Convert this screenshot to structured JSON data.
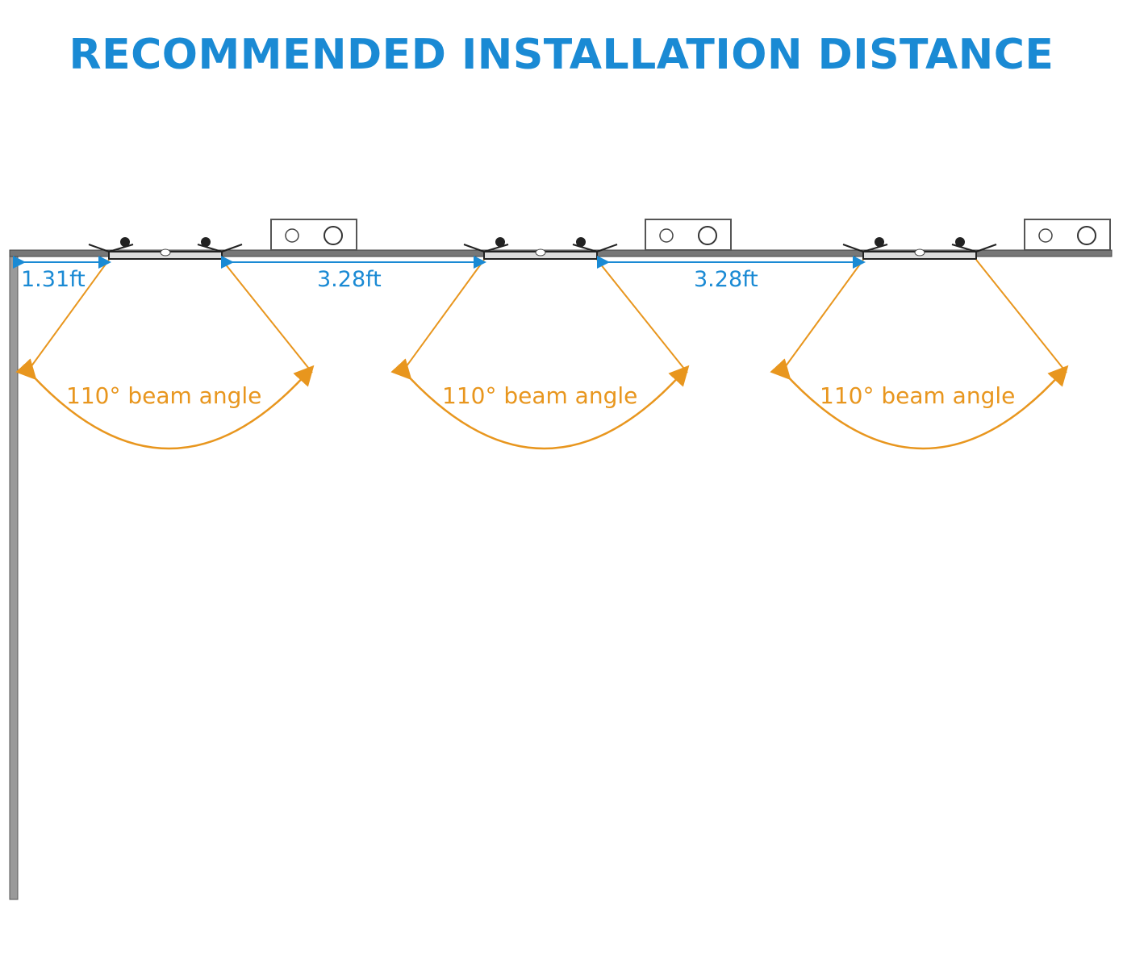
{
  "title": "RECOMMENDED INSTALLATION DISTANCE",
  "distances": {
    "wall_to_first": "1.31ft",
    "first_to_second": "3.28ft",
    "second_to_third": "3.28ft"
  },
  "lights": [
    {
      "beam_label": "110° beam angle"
    },
    {
      "beam_label": "110° beam angle"
    },
    {
      "beam_label": "110° beam angle"
    }
  ],
  "colors": {
    "title": "#1a8ad4",
    "beam": "#e8961e",
    "structure": "#555555"
  }
}
